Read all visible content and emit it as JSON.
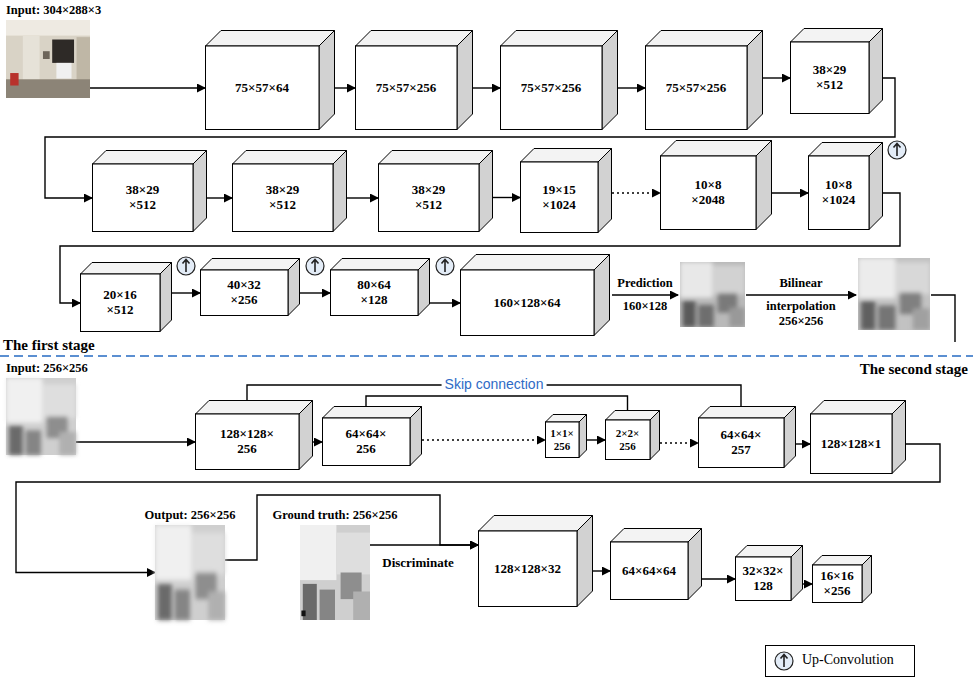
{
  "diagram": {
    "nodes": [
      {
        "text": [
          "Input: 304×288×3"
        ]
      },
      {
        "text": [
          "75×57×64"
        ]
      },
      {
        "text": [
          "75×57×256"
        ]
      },
      {
        "text": [
          "75×57×256"
        ]
      },
      {
        "text": [
          "75×57×256"
        ]
      },
      {
        "text": [
          "38×29 ×512"
        ]
      },
      {
        "text": [
          "38×29 ×512"
        ]
      },
      {
        "text": [
          "38×29 ×512"
        ]
      },
      {
        "text": [
          "38×29 ×512"
        ]
      },
      {
        "text": [
          "19×15 ×1024"
        ]
      },
      {
        "text": [
          "10×8 ×2048"
        ]
      },
      {
        "text": [
          "10×8 ×1024"
        ]
      },
      {
        "text": [
          "20×16 ×512"
        ]
      },
      {
        "text": [
          "40×32 ×256"
        ]
      },
      {
        "text": [
          "80×64 ×128"
        ]
      },
      {
        "text": [
          "160×128×64"
        ]
      },
      {
        "text": [
          "Input: 256×256"
        ]
      },
      {
        "text": [
          "128×128× 256"
        ]
      },
      {
        "text": [
          "64×64× 256"
        ]
      },
      {
        "text": [
          "1×1× 256"
        ]
      },
      {
        "text": [
          "2×2× 256"
        ]
      },
      {
        "text": [
          "64×64× 257"
        ]
      },
      {
        "text": [
          "128×128×1"
        ]
      },
      {
        "text": [
          "Output: 256×256"
        ]
      },
      {
        "text": [
          "Ground truth: 256×256"
        ]
      },
      {
        "text": [
          "128×128×32"
        ]
      },
      {
        "text": [
          "64×64×64"
        ]
      },
      {
        "text": [
          "32×32× 128"
        ]
      },
      {
        "text": [
          "16×16 ×256"
        ]
      }
    ],
    "edges": [
      {
        "from": 0,
        "to": 1,
        "arrow": "to"
      },
      {
        "from": 1,
        "to": 2,
        "arrow": "to"
      },
      {
        "from": 2,
        "to": 3,
        "arrow": "to"
      },
      {
        "from": 3,
        "to": 4,
        "arrow": "to"
      },
      {
        "from": 4,
        "to": 5,
        "arrow": "to"
      },
      {
        "from": 5,
        "to": 6,
        "arrow": "to"
      },
      {
        "from": 6,
        "to": 7,
        "arrow": "to"
      },
      {
        "from": 7,
        "to": 8,
        "arrow": "to"
      },
      {
        "from": 8,
        "to": 9,
        "arrow": "to"
      },
      {
        "from": 9,
        "to": 10,
        "arrow": "to"
      },
      {
        "from": 10,
        "to": 11,
        "arrow": "to"
      },
      {
        "from": 11,
        "to": 12,
        "arrow": "to"
      },
      {
        "from": 12,
        "to": 13,
        "arrow": "to"
      },
      {
        "from": 13,
        "to": 14,
        "arrow": "to"
      },
      {
        "from": 14,
        "to": 15,
        "arrow": "to"
      },
      {
        "from": 16,
        "to": 17,
        "arrow": "to"
      },
      {
        "from": 17,
        "to": 18,
        "arrow": "to"
      },
      {
        "from": 18,
        "to": 19,
        "arrow": "to"
      },
      {
        "from": 19,
        "to": 20,
        "arrow": "to"
      },
      {
        "from": 20,
        "to": 21,
        "arrow": "to"
      },
      {
        "from": 21,
        "to": 22,
        "arrow": "to"
      },
      {
        "from": 17,
        "to": 21,
        "label": "Skip connection",
        "arrow": "none"
      },
      {
        "from": 18,
        "to": 20,
        "arrow": "none"
      },
      {
        "from": 22,
        "to": 23,
        "arrow": "to"
      },
      {
        "from": 23,
        "to": 25,
        "label": "Discriminate",
        "arrow": "to"
      },
      {
        "from": 24,
        "to": 25,
        "arrow": "to"
      },
      {
        "from": 25,
        "to": 26,
        "arrow": "to"
      },
      {
        "from": 26,
        "to": 27,
        "arrow": "to"
      },
      {
        "from": 27,
        "to": 28,
        "arrow": "to"
      }
    ],
    "labels": [
      "The first stage",
      "The second stage",
      "Prediction",
      "160×128",
      "Bilinear",
      "interpolation 256×256"
    ],
    "legend": [
      {
        "text": "Up-Convolution"
      }
    ]
  }
}
